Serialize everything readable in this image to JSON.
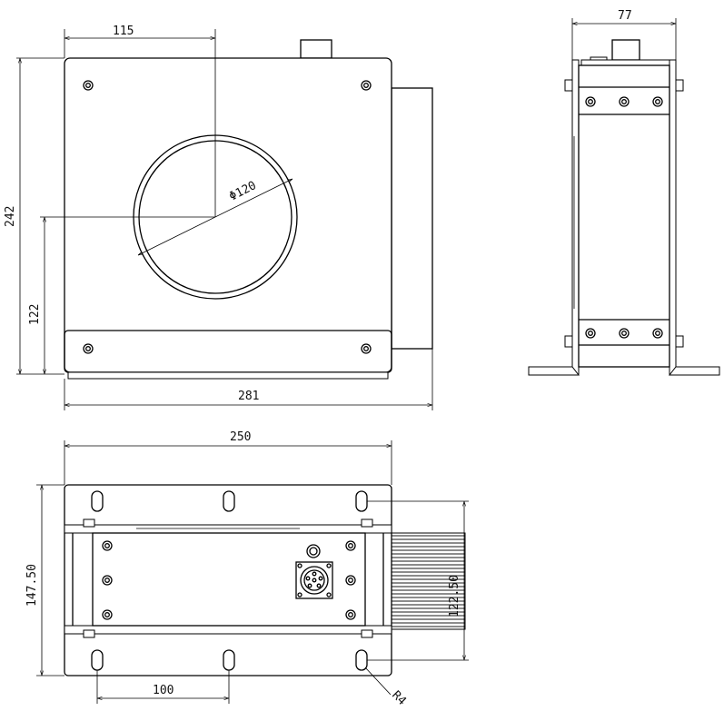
{
  "dimensions": {
    "front_hole_offset": "115",
    "front_height": "242",
    "front_center_height": "122",
    "front_width": "281",
    "aperture_diameter": "120",
    "side_depth": "77",
    "bottom_width": "250",
    "bottom_depth": "147.50",
    "bottom_inner_depth": "122.50",
    "slot_pitch": "100",
    "slot_radius": "R4"
  },
  "symbols": {
    "diameter": "Φ"
  }
}
